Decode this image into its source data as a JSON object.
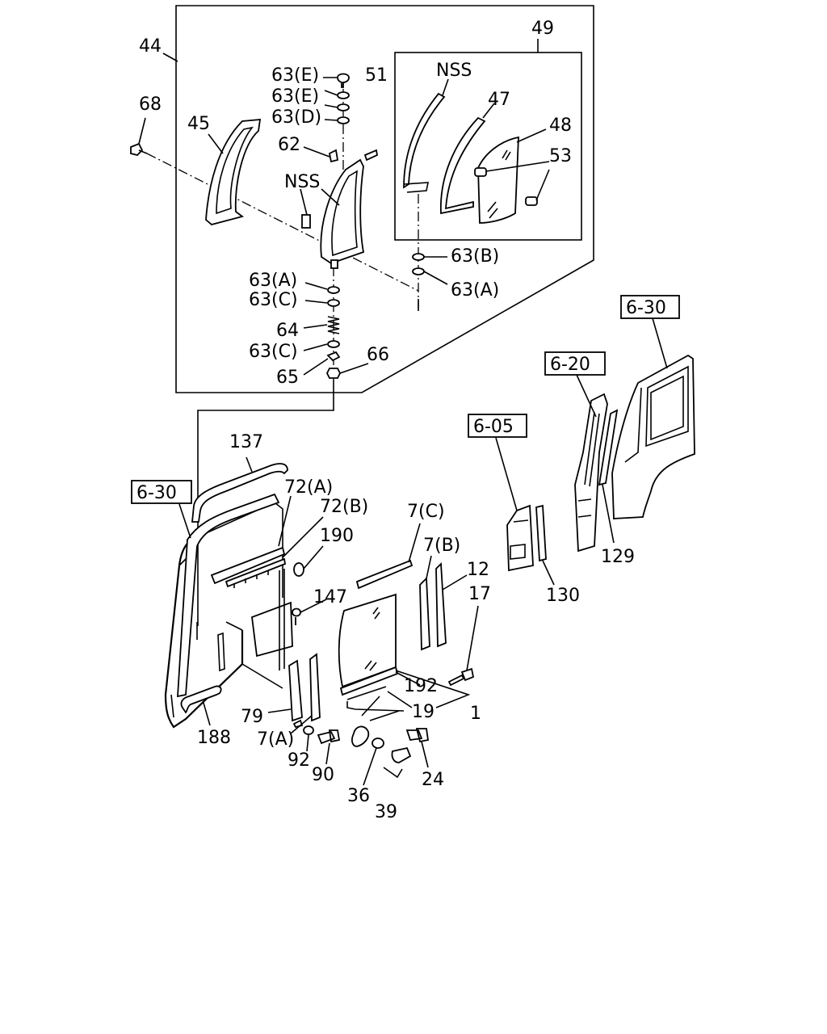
{
  "diagram": {
    "labels": {
      "l44": "44",
      "l49": "49",
      "l68": "68",
      "l45": "45",
      "l63e1": "63(E)",
      "l63e2": "63(E)",
      "l63d": "63(D)",
      "l51": "51",
      "l62": "62",
      "lnss1": "NSS",
      "lnss2": "NSS",
      "l47": "47",
      "l48": "48",
      "l53": "53",
      "l63b": "63(B)",
      "l63a1": "63(A)",
      "l63a2": "63(A)",
      "l63c1": "63(C)",
      "l64": "64",
      "l63c2": "63(C)",
      "l65": "65",
      "l66": "66",
      "l137": "137",
      "l72a": "72(A)",
      "l72b": "72(B)",
      "l190": "190",
      "l7c": "7(C)",
      "l7b": "7(B)",
      "l12": "12",
      "l17": "17",
      "l147": "147",
      "l192": "192",
      "l1": "1",
      "l19": "19",
      "l79": "79",
      "l7a": "7(A)",
      "l188": "188",
      "l92": "92",
      "l90": "90",
      "l36": "36",
      "l24": "24",
      "l39": "39",
      "l130": "130",
      "l129": "129"
    },
    "refs": {
      "r630a": "6-30",
      "r620": "6-20",
      "r605": "6-05",
      "r630b": "6-30"
    }
  }
}
